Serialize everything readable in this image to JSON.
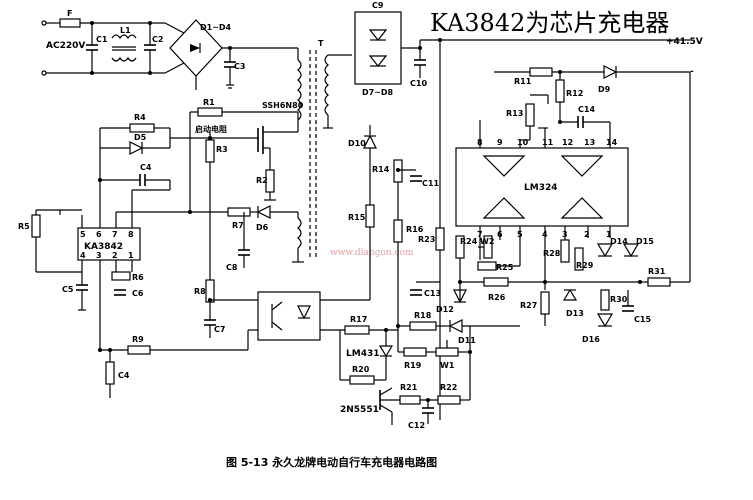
{
  "title": "KA3842为芯片充电器",
  "caption": "图 5-13    永久龙牌电动自行车充电器电路图",
  "watermark": "www.diangon.com",
  "input_label": "AC220V",
  "output_plus": "+41.5V",
  "output_minus": "-",
  "startup_resistor_note": "启动电阻",
  "ics": {
    "pwm": "KA3842",
    "opamp": "LM324",
    "ref": "LM431",
    "transistor": "2N5551",
    "mosfet": "SSH6N80"
  },
  "transformer": "T",
  "components": {
    "F": "F",
    "C1": "C1",
    "L1": "L1",
    "C2": "C2",
    "D1D4": "D1~D4",
    "C3": "C3",
    "R1": "R1",
    "R4": "R4",
    "D5": "D5",
    "C4a": "C4",
    "R3": "R3",
    "R2": "R2",
    "R5": "R5",
    "R6": "R6",
    "C5": "C5",
    "C6": "C6",
    "R7": "R7",
    "D6": "D6",
    "C8": "C8",
    "R8": "R8",
    "C7": "C7",
    "R9": "R9",
    "C4b": "C4",
    "C9": "C9",
    "D7D8": "D7~D8",
    "C10": "C10",
    "D10": "D10",
    "R14": "R14",
    "C11": "C11",
    "R15": "R15",
    "R16": "R16",
    "R17": "R17",
    "R18": "R18",
    "R19": "R19",
    "W1": "W1",
    "D11": "D11",
    "R20": "R20",
    "R21": "R21",
    "R22": "R22",
    "C12": "C12",
    "R11": "R11",
    "R12": "R12",
    "R13": "R13",
    "C14": "C14",
    "D9": "D9",
    "R23": "R23",
    "R24": "R24",
    "W2": "W2",
    "R25": "R25",
    "C13": "C13",
    "D12": "D12",
    "R26": "R26",
    "R27": "R27",
    "D13": "D13",
    "R28": "R28",
    "R29": "R29",
    "D14": "D14",
    "D15": "D15",
    "R31": "R31",
    "R30": "R30",
    "C15": "C15",
    "D16": "D16"
  },
  "ka3842_pins": [
    "5",
    "6",
    "7",
    "8",
    "4",
    "3",
    "2",
    "1"
  ],
  "lm324_pins_top": [
    "8",
    "9",
    "10",
    "11",
    "12",
    "13",
    "14"
  ],
  "lm324_pins_bottom": [
    "7",
    "6",
    "5",
    "4",
    "3",
    "2",
    "1"
  ]
}
